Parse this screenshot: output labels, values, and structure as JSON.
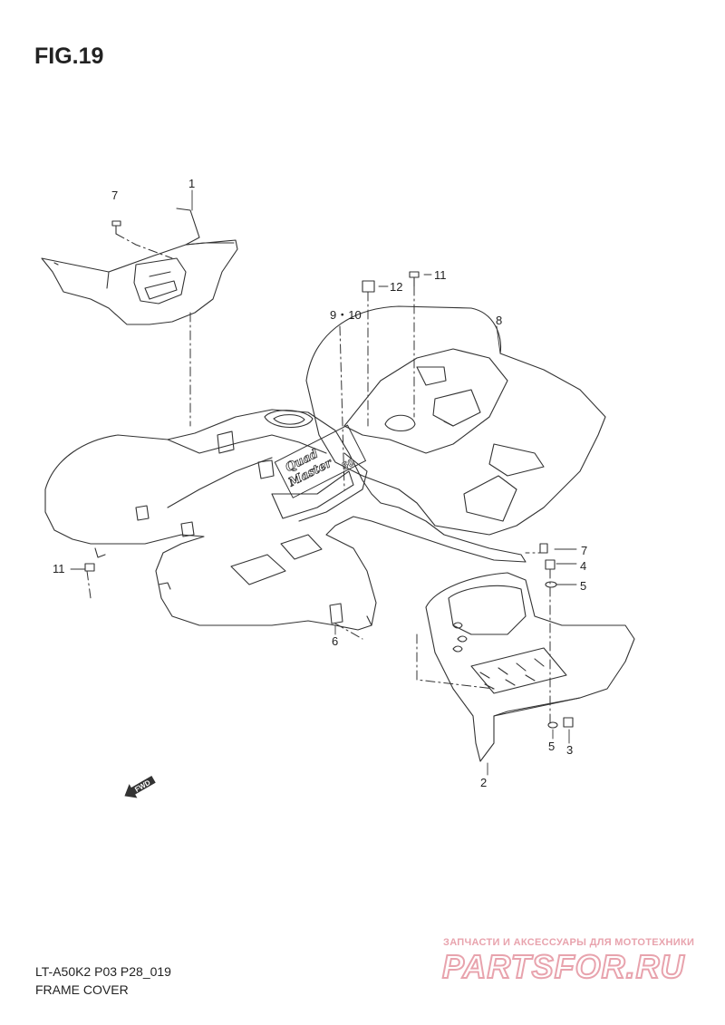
{
  "figure": {
    "title": "FIG.19"
  },
  "parts": [
    {
      "id": "label-1",
      "text": "1"
    },
    {
      "id": "label-2",
      "text": "2"
    },
    {
      "id": "label-3",
      "text": "3"
    },
    {
      "id": "label-4",
      "text": "4"
    },
    {
      "id": "label-5a",
      "text": "5"
    },
    {
      "id": "label-5b",
      "text": "5"
    },
    {
      "id": "label-6",
      "text": "6"
    },
    {
      "id": "label-7a",
      "text": "7"
    },
    {
      "id": "label-7b",
      "text": "7"
    },
    {
      "id": "label-8",
      "text": "8"
    },
    {
      "id": "label-9-10",
      "text": "9・10"
    },
    {
      "id": "label-11a",
      "text": "11"
    },
    {
      "id": "label-11b",
      "text": "11"
    },
    {
      "id": "label-12",
      "text": "12"
    }
  ],
  "decal": {
    "line1": "Quad",
    "line2": "Master",
    "line3": "50"
  },
  "fwd_arrow": {
    "text": "FWD"
  },
  "footer": {
    "model_code": "LT-A50K2 P03 P28_019",
    "section_name": "FRAME COVER"
  },
  "watermark": {
    "tagline": "ЗАПЧАСТИ И АКСЕССУАРЫ ДЛЯ МОТОТЕХНИКИ",
    "logo": "PARTSFOR.RU"
  },
  "colors": {
    "line": "#333333",
    "background": "#ffffff",
    "watermark": "#e8a3ad"
  }
}
